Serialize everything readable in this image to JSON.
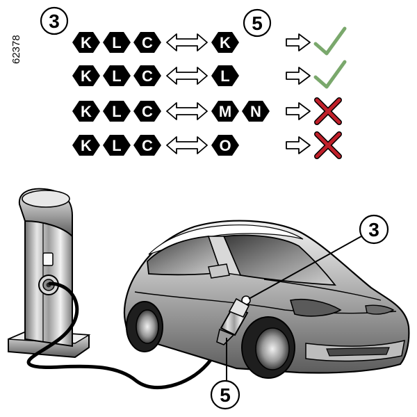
{
  "figure_code": "62378",
  "callouts": {
    "plug_top": "3",
    "socket_top": "5",
    "vehicle_side": "3",
    "plug_side": "5"
  },
  "rows": [
    {
      "left": [
        "K",
        "L",
        "C"
      ],
      "right": [
        "K"
      ],
      "result": "ok"
    },
    {
      "left": [
        "K",
        "L",
        "C"
      ],
      "right": [
        "L"
      ],
      "result": "ok"
    },
    {
      "left": [
        "K",
        "L",
        "C"
      ],
      "right": [
        "M",
        "N"
      ],
      "result": "not-ok"
    },
    {
      "left": [
        "K",
        "L",
        "C"
      ],
      "right": [
        "O"
      ],
      "result": "not-ok"
    }
  ],
  "colors": {
    "check": "#7aa86c",
    "cross": "#c0202a",
    "hex_fill": "#000000",
    "hex_text": "#ffffff"
  },
  "icons": {
    "compat": "double-arrow-icon",
    "result_pointer": "arrow-right-icon",
    "ok": "check-mark-icon",
    "not_ok": "cross-mark-icon"
  }
}
